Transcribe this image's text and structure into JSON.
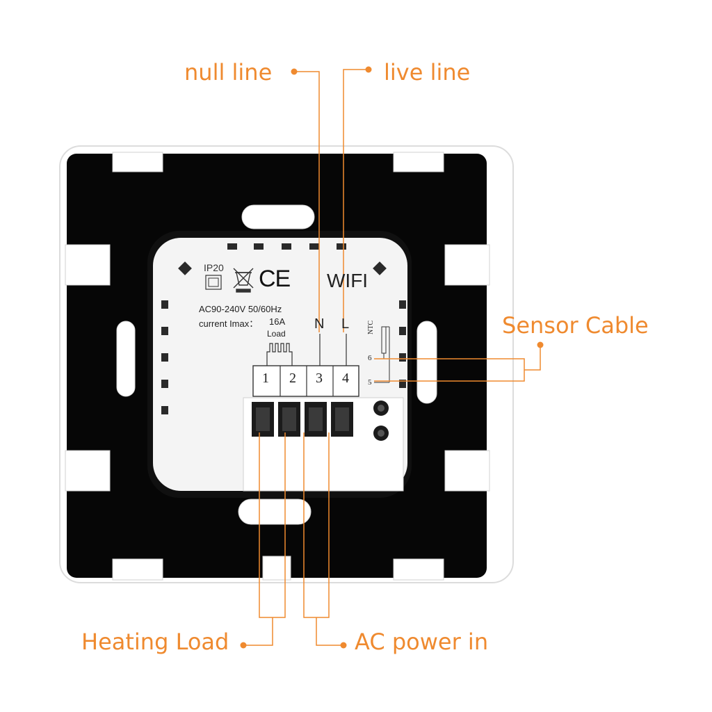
{
  "callouts": {
    "null_line": "null line",
    "live_line": "live line",
    "sensor_cable": "Sensor Cable",
    "heating_load": "Heating Load",
    "ac_power_in": "AC power in"
  },
  "module": {
    "ip_rating": "IP20",
    "ce_mark": "CE",
    "wifi": "WIFI",
    "voltage": "AC90-240V 50/60Hz",
    "current_label": "current Imax：",
    "current_value": "16A",
    "load": "Load",
    "neutral": "N",
    "live": "L",
    "terminals": [
      "1",
      "2",
      "3",
      "4"
    ],
    "ntc": "NTC",
    "sensor_pins": [
      "6",
      "5"
    ]
  },
  "colors": {
    "accent": "#ef8a2f",
    "frame": "#ffffff",
    "plate": "#050505",
    "module": "#f4f4f4"
  },
  "icons": [
    "box-icon",
    "weee-bin-icon",
    "ce-mark"
  ]
}
